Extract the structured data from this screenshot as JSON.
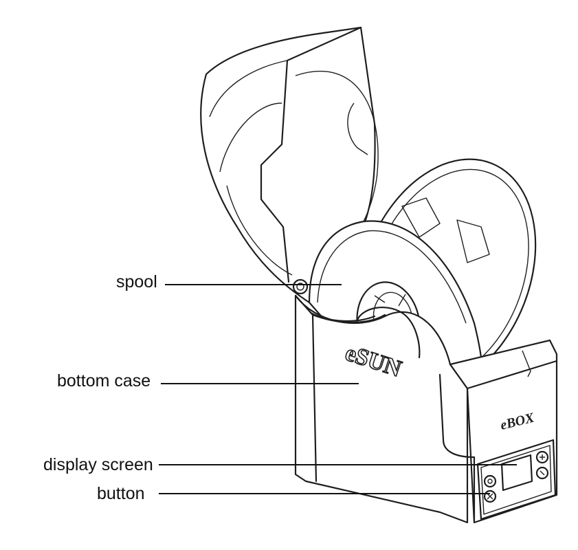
{
  "labels": {
    "spool": "spool",
    "bottom_case": "bottom case",
    "display_screen": "display screen",
    "button": "button"
  },
  "device_markings": {
    "brand_logo": "eSUN",
    "model": "eBOX"
  },
  "colors": {
    "line": "#1e1e1e",
    "background": "#ffffff"
  }
}
